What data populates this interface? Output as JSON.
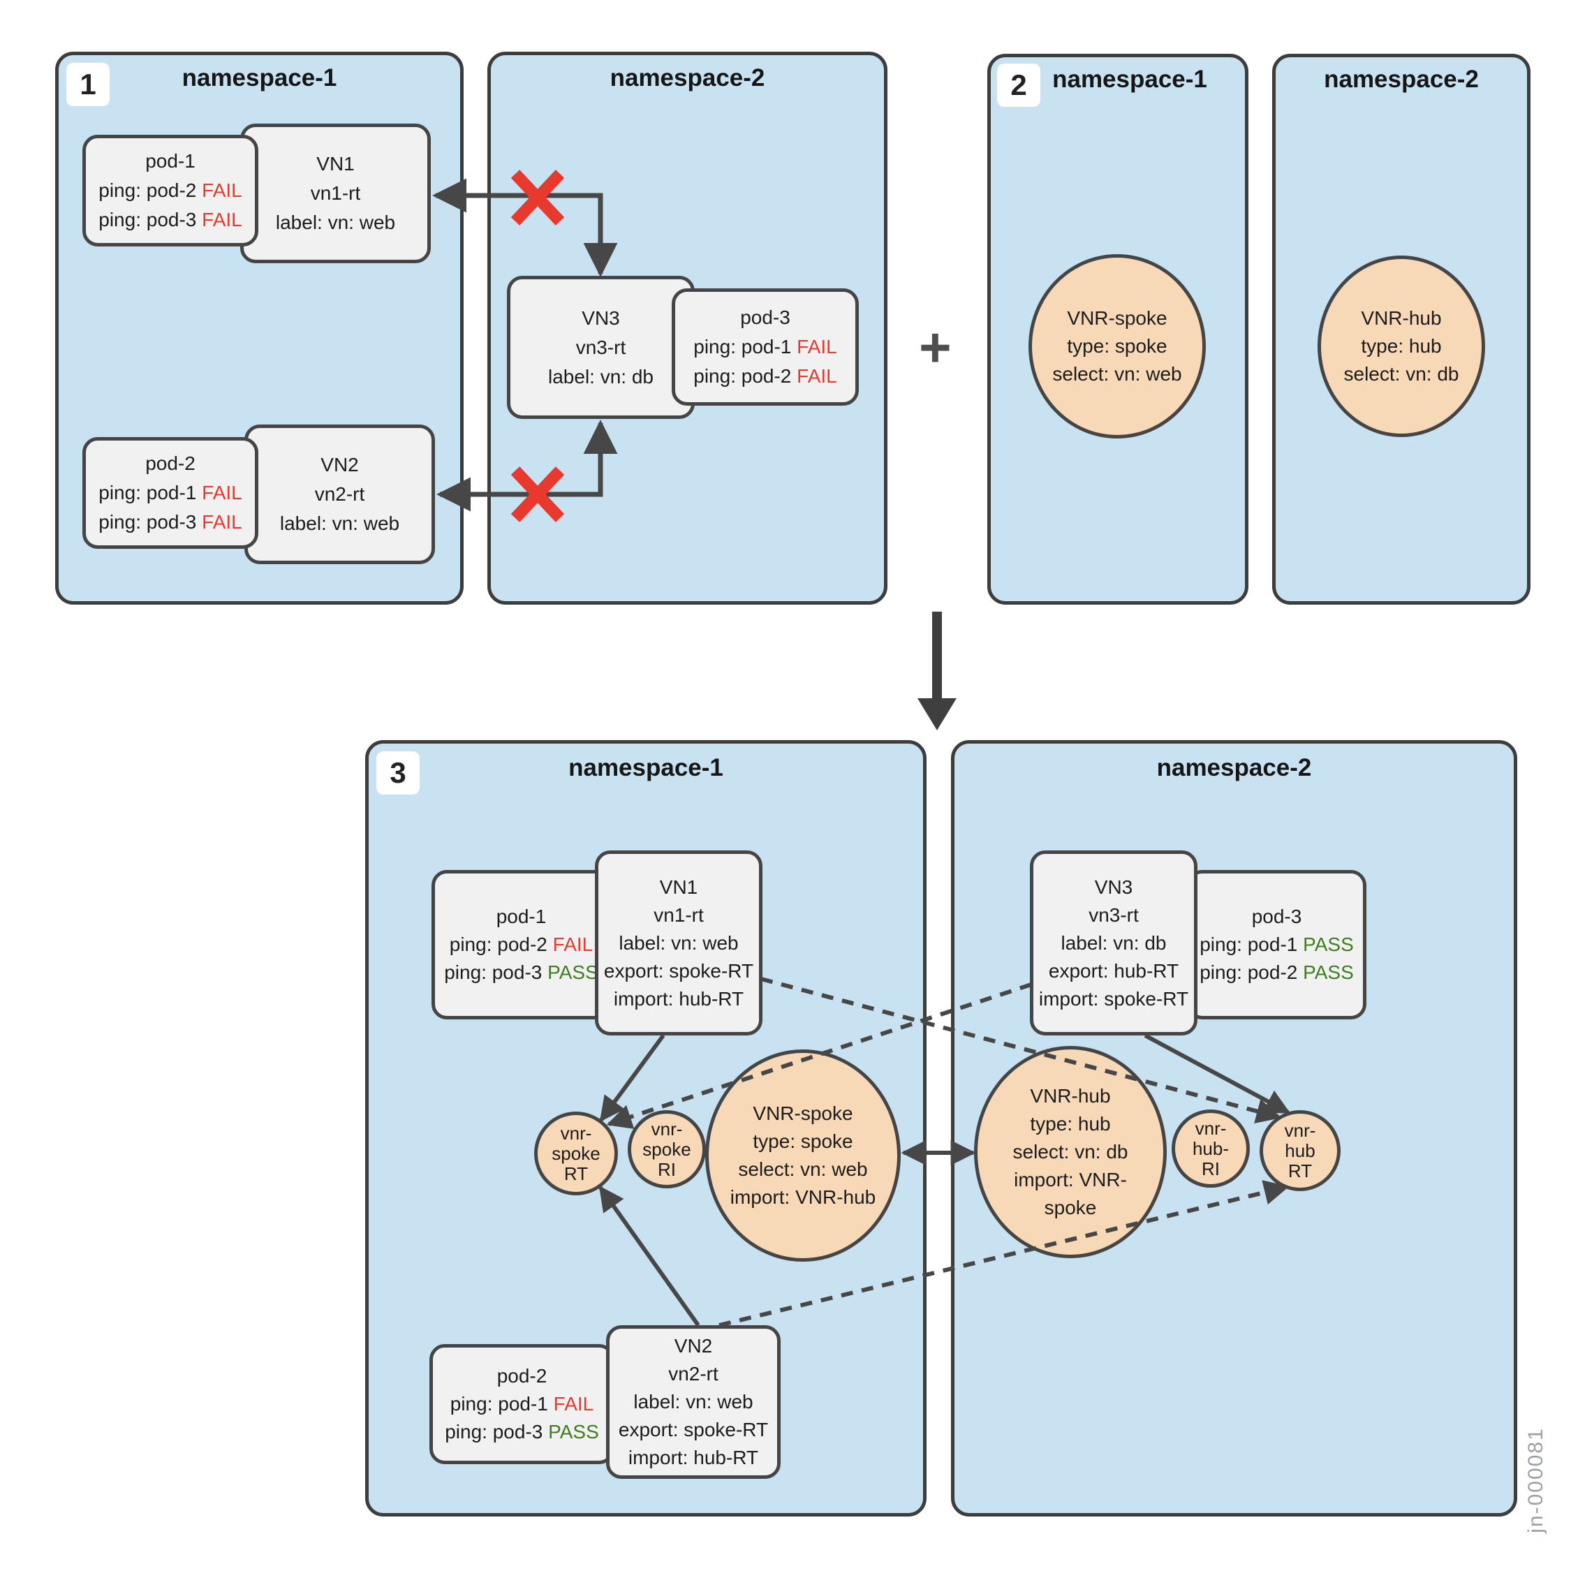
{
  "watermark": "jn-000081",
  "plus_sign": "+",
  "colors": {
    "panel_blue": "#c9e2f1",
    "box_gray": "#f1f1f1",
    "circle_peach": "#f7d8b7",
    "fail_red": "#e8392e",
    "pass_green": "#3f7e20",
    "arrow_dark": "#474747",
    "x_red": "#e8392e"
  },
  "s1": {
    "badge": "1",
    "ns1_title": "namespace-1",
    "ns2_title": "namespace-2",
    "pod1": {
      "lines": [
        [
          {
            "t": "pod-1"
          }
        ],
        [
          {
            "t": "ping: pod-2 "
          },
          {
            "t": "FAIL",
            "c": "fail"
          }
        ],
        [
          {
            "t": "ping: pod-3 "
          },
          {
            "t": "FAIL",
            "c": "fail"
          }
        ]
      ]
    },
    "vn1": {
      "lines": [
        [
          {
            "t": "VN1"
          }
        ],
        [
          {
            "t": "vn1-rt"
          }
        ],
        [
          {
            "t": "label: vn: web"
          }
        ]
      ]
    },
    "pod2": {
      "lines": [
        [
          {
            "t": "pod-2"
          }
        ],
        [
          {
            "t": "ping: pod-1 "
          },
          {
            "t": "FAIL",
            "c": "fail"
          }
        ],
        [
          {
            "t": "ping: pod-3 "
          },
          {
            "t": "FAIL",
            "c": "fail"
          }
        ]
      ]
    },
    "vn2": {
      "lines": [
        [
          {
            "t": "VN2"
          }
        ],
        [
          {
            "t": "vn2-rt"
          }
        ],
        [
          {
            "t": "label: vn: web"
          }
        ]
      ]
    },
    "vn3": {
      "lines": [
        [
          {
            "t": "VN3"
          }
        ],
        [
          {
            "t": "vn3-rt"
          }
        ],
        [
          {
            "t": "label: vn: db"
          }
        ]
      ]
    },
    "pod3": {
      "lines": [
        [
          {
            "t": "pod-3"
          }
        ],
        [
          {
            "t": "ping: pod-1 "
          },
          {
            "t": "FAIL",
            "c": "fail"
          }
        ],
        [
          {
            "t": "ping: pod-2 "
          },
          {
            "t": "FAIL",
            "c": "fail"
          }
        ]
      ]
    }
  },
  "s2": {
    "badge": "2",
    "ns1_title": "namespace-1",
    "ns2_title": "namespace-2",
    "vnr_spoke": {
      "lines": [
        [
          {
            "t": "VNR-spoke"
          }
        ],
        [
          {
            "t": "type: spoke"
          }
        ],
        [
          {
            "t": "select: vn: web"
          }
        ]
      ]
    },
    "vnr_hub": {
      "lines": [
        [
          {
            "t": "VNR-hub"
          }
        ],
        [
          {
            "t": "type: hub"
          }
        ],
        [
          {
            "t": "select: vn: db"
          }
        ]
      ]
    }
  },
  "s3": {
    "badge": "3",
    "ns1_title": "namespace-1",
    "ns2_title": "namespace-2",
    "pod1": {
      "lines": [
        [
          {
            "t": "pod-1"
          }
        ],
        [
          {
            "t": "ping: pod-2 "
          },
          {
            "t": "FAIL",
            "c": "fail"
          }
        ],
        [
          {
            "t": "ping: pod-3 "
          },
          {
            "t": "PASS",
            "c": "pass"
          }
        ]
      ]
    },
    "vn1": {
      "lines": [
        [
          {
            "t": "VN1"
          }
        ],
        [
          {
            "t": "vn1-rt"
          }
        ],
        [
          {
            "t": "label: vn: web"
          }
        ],
        [
          {
            "t": "export: spoke-RT"
          }
        ],
        [
          {
            "t": "import: hub-RT"
          }
        ]
      ]
    },
    "vn3": {
      "lines": [
        [
          {
            "t": "VN3"
          }
        ],
        [
          {
            "t": "vn3-rt"
          }
        ],
        [
          {
            "t": "label: vn: db"
          }
        ],
        [
          {
            "t": "export: hub-RT"
          }
        ],
        [
          {
            "t": "import: spoke-RT"
          }
        ]
      ]
    },
    "pod3": {
      "lines": [
        [
          {
            "t": "pod-3"
          }
        ],
        [
          {
            "t": "ping: pod-1 "
          },
          {
            "t": "PASS",
            "c": "pass"
          }
        ],
        [
          {
            "t": "ping: pod-2 "
          },
          {
            "t": "PASS",
            "c": "pass"
          }
        ]
      ]
    },
    "pod2": {
      "lines": [
        [
          {
            "t": "pod-2"
          }
        ],
        [
          {
            "t": "ping: pod-1 "
          },
          {
            "t": "FAIL",
            "c": "fail"
          }
        ],
        [
          {
            "t": "ping: pod-3 "
          },
          {
            "t": "PASS",
            "c": "pass"
          }
        ]
      ]
    },
    "vn2": {
      "lines": [
        [
          {
            "t": "VN2"
          }
        ],
        [
          {
            "t": "vn2-rt"
          }
        ],
        [
          {
            "t": "label: vn: web"
          }
        ],
        [
          {
            "t": "export: spoke-RT"
          }
        ],
        [
          {
            "t": "import: hub-RT"
          }
        ]
      ]
    },
    "spoke_rt": {
      "lines": [
        [
          {
            "t": "vnr-"
          }
        ],
        [
          {
            "t": "spoke"
          }
        ],
        [
          {
            "t": "RT"
          }
        ]
      ]
    },
    "spoke_ri": {
      "lines": [
        [
          {
            "t": "vnr-"
          }
        ],
        [
          {
            "t": "spoke"
          }
        ],
        [
          {
            "t": "RI"
          }
        ]
      ]
    },
    "vnr_spoke": {
      "lines": [
        [
          {
            "t": "VNR-spoke"
          }
        ],
        [
          {
            "t": "type: spoke"
          }
        ],
        [
          {
            "t": "select: vn: web"
          }
        ],
        [
          {
            "t": "import: VNR-hub"
          }
        ]
      ]
    },
    "vnr_hub": {
      "lines": [
        [
          {
            "t": "VNR-hub"
          }
        ],
        [
          {
            "t": "type: hub"
          }
        ],
        [
          {
            "t": "select: vn: db"
          }
        ],
        [
          {
            "t": "import: VNR-"
          }
        ],
        [
          {
            "t": "spoke"
          }
        ]
      ]
    },
    "hub_ri": {
      "lines": [
        [
          {
            "t": "vnr-"
          }
        ],
        [
          {
            "t": "hub-"
          }
        ],
        [
          {
            "t": "RI"
          }
        ]
      ]
    },
    "hub_rt": {
      "lines": [
        [
          {
            "t": "vnr-"
          }
        ],
        [
          {
            "t": "hub"
          }
        ],
        [
          {
            "t": "RT"
          }
        ]
      ]
    }
  }
}
